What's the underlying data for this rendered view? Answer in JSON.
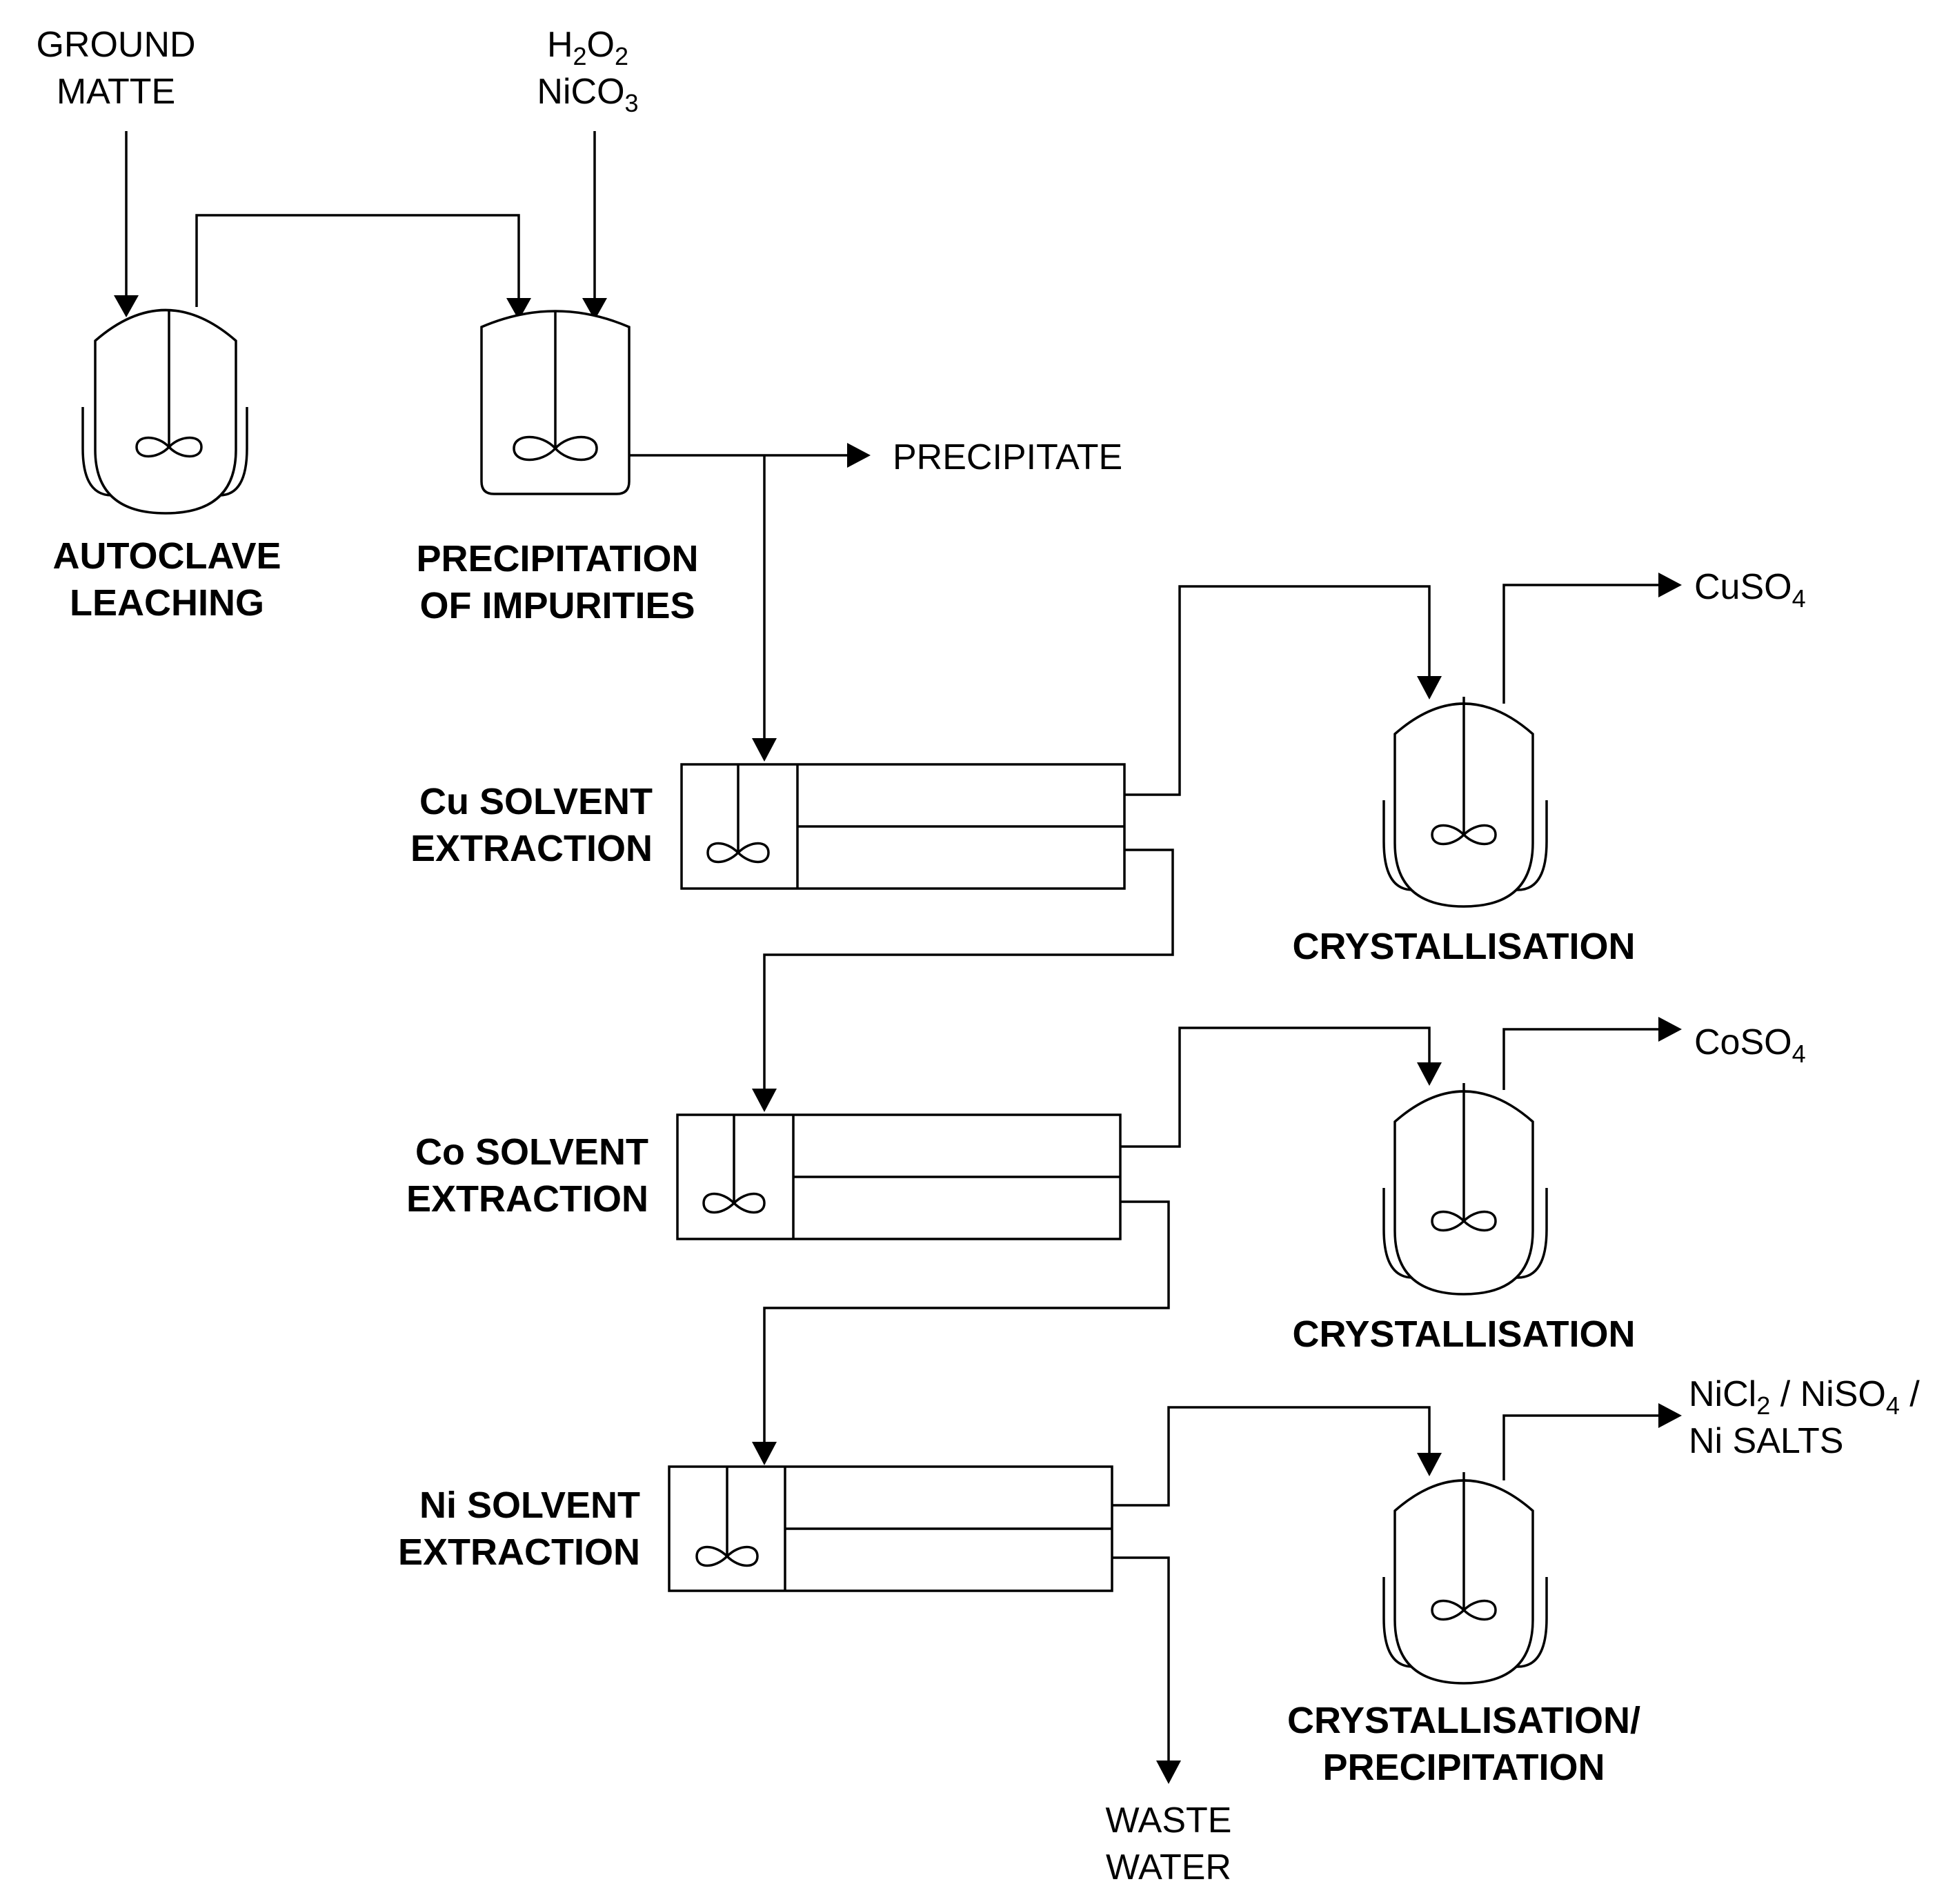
{
  "inputs": {
    "ground_matte": [
      "GROUND",
      "MATTE"
    ],
    "reagents_line1": {
      "base": "H",
      "s1": "2",
      "mid": "O",
      "s2": "2"
    },
    "reagents_line2": {
      "base": "NiCO",
      "s1": "3"
    }
  },
  "units": {
    "autoclave": [
      "AUTOCLAVE",
      "LEACHING"
    ],
    "precipitation": [
      "PRECIPITATION",
      "OF IMPURITIES"
    ],
    "cu_sx": [
      "Cu SOLVENT",
      "EXTRACTION"
    ],
    "co_sx": [
      "Co SOLVENT",
      "EXTRACTION"
    ],
    "ni_sx": [
      "Ni SOLVENT",
      "EXTRACTION"
    ],
    "cryst_cu": "CRYSTALLISATION",
    "cryst_co": "CRYSTALLISATION",
    "cryst_ni": [
      "CRYSTALLISATION/",
      "PRECIPITATION"
    ]
  },
  "outputs": {
    "precipitate": "PRECIPITATE",
    "cuso4": {
      "base": "CuSO",
      "sub": "4"
    },
    "coso4": {
      "base": "CoSO",
      "sub": "4"
    },
    "ni_products_line1": {
      "a": "NiCl",
      "a_sub": "2",
      "b": " / NiSO",
      "b_sub": "4",
      "c": " /"
    },
    "ni_products_line2": "Ni SALTS",
    "waste_water": [
      "WASTE",
      "WATER"
    ]
  }
}
